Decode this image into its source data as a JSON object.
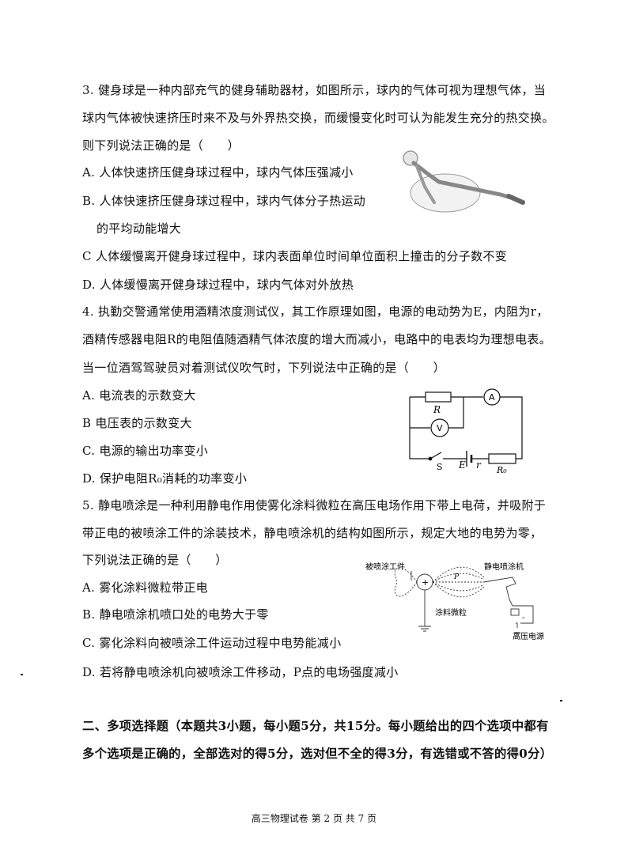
{
  "q3": {
    "stem1": "3. 健身球是一种内部充气的健身辅助器材，如图所示，球内的气体可视为理想气体，当",
    "stem2": "球内气体被快速挤压时来不及与外界热交换，而缓慢变化时可认为能发生充分的热交换。",
    "stem3": "则下列说法正确的是（　　）",
    "optA": "A. 人体快速挤压健身球过程中，球内气体压强减小",
    "optB1": "B. 人体快速挤压健身球过程中，球内气体分子热运动",
    "optB2": "的平均动能增大",
    "optC": "C  人体缓慢离开健身球过程中，球内表面单位时间单位面积上撞击的分子数不变",
    "optD": "D. 人体缓慢离开健身球过程中，球内气体对外放热"
  },
  "q4": {
    "stem1": "4. 执勤交警通常使用酒精浓度测试仪，其工作原理如图，电源的电动势为E，内阻为r，",
    "stem2": "酒精传感器电阻R的电阻值随酒精气体浓度的增大而减小，电路中的电表均为理想电表。",
    "stem3": "当一位酒驾驾驶员对着测试仪吹气时，下列说法中正确的是（　　）",
    "optA": "A. 电流表的示数变大",
    "optB": "B  电压表的示数变大",
    "optC": "C. 电源的输出功率变小",
    "optD": "D. 保护电阻R₀消耗的功率变小",
    "circuit": {
      "r_sensor": "R",
      "ammeter": "A",
      "voltmeter": "V",
      "switch": "S",
      "emf": "E",
      "internal_r": "r",
      "r0": "R₀"
    }
  },
  "q5": {
    "stem1": "5. 静电喷涂是一种利用静电作用使雾化涂料微粒在高压电场作用下带上电荷，并吸附于",
    "stem2": "带正电的被喷涂工件的涂装技术，静电喷涂机的结构如图所示，规定大地的电势为零，",
    "stem3": "下列说法正确的是（　　）",
    "optA": "A. 雾化涂料微粒带正电",
    "optB": "B. 静电喷涂机喷口处的电势大于零",
    "optC": "C. 雾化涂料向被喷涂工件运动过程中电势能减小",
    "optD": "D. 若将静电喷涂机向被喷涂工件移动，P点的电场强度减小",
    "figure": {
      "workpiece": "被喷涂工件",
      "sprayer": "静电喷涂机",
      "particles": "涂料微粒",
      "hv_source": "高压电源",
      "point_p": "P",
      "plus": "+",
      "minus": "-"
    }
  },
  "section2": {
    "line1": "二、多项选择题（本题共3小题，每小题5分，共15分。每小题给出的四个选项中都有",
    "line2": "多个选项是正确的，全部选对的得5分，选对但不全的得3分，有选错或不答的得0分）"
  },
  "footer": "高三物理试卷   第 2 页    共 7 页"
}
